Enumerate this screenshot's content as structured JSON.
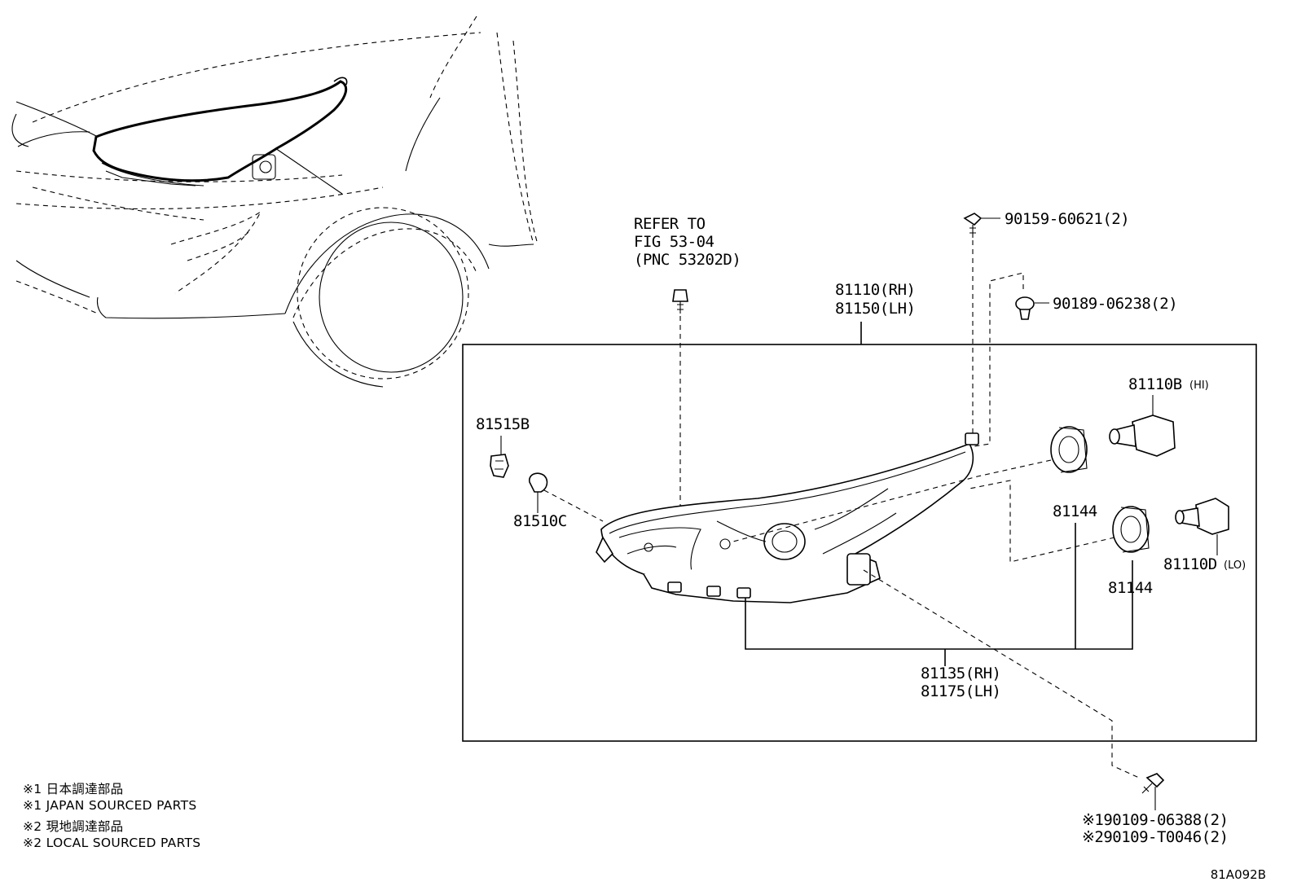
{
  "refer": [
    "REFER TO",
    "FIG 53-04",
    "(PNC 53202D)"
  ],
  "parts": {
    "headlamp_rh": "81110(RH)",
    "headlamp_lh": "81150(LH)",
    "bolt_top": "90159-60621(2)",
    "clip": "90189-06238(2)",
    "bulb_hi_no": "81110B",
    "bulb_hi_tag": "(HI)",
    "bulb_lo_no": "81110D",
    "bulb_lo_tag": "(LO)",
    "socket_side": "81515B",
    "bulb_side": "81510C",
    "cover_a": "81144",
    "cover_b": "81144",
    "housing_rh": "81135(RH)",
    "housing_lh": "81175(LH)",
    "screw_1": "※190109-06388(2)",
    "screw_2": "※290109-T0046(2)"
  },
  "notes": [
    "※1 日本調達部品",
    "※1 JAPAN SOURCED PARTS",
    "※2 現地調達部品",
    "※2 LOCAL SOURCED PARTS"
  ],
  "diagram_code": "81A092B"
}
